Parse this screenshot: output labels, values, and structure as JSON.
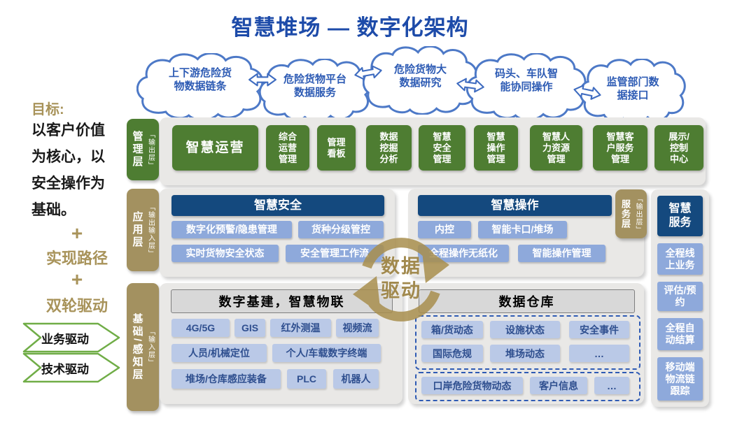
{
  "title": "智慧堆场 — 数字化架构",
  "clouds": [
    "上下游危险货\n物数据链条",
    "危险货物平台\n数据服务",
    "危险货物大\n数据研究",
    "码头、车队智\n能协同操作",
    "监管部门数\n据接口"
  ],
  "goal": {
    "heading": "目标:",
    "body": "以客户价值\n为核心，以\n安全操作为\n基础。",
    "plus": "+",
    "path": "实现路径",
    "dual": "双轮驱动",
    "driver1": "业务驱动",
    "driver2": "技术驱动"
  },
  "tabs": {
    "management": {
      "main": "管理层",
      "sub": "「输出层」"
    },
    "application": {
      "main": "应用层",
      "sub": "「输出输入层」"
    },
    "base": {
      "main": "基础/感知层",
      "sub": "「输入层」"
    },
    "service": {
      "main": "服务层",
      "sub": "「输出层」"
    }
  },
  "management": {
    "primary": "智慧运营",
    "b1": "综合\n运营\n管理",
    "b2": "管理\n看板",
    "b3": "数据\n挖掘\n分析",
    "b4": "智慧\n安全\n管理",
    "b5": "智慧\n操作\n管理",
    "b6": "智慧人\n力资源\n管理",
    "b7": "智慧客\n户服务\n管理",
    "b8": "展示/\n控制\n中心"
  },
  "safety": {
    "header": "智慧安全",
    "i1": "数字化预警/隐患管理",
    "i2": "货种分级管控",
    "i3": "实时货物安全状态",
    "i4": "安全管理工作流"
  },
  "operation": {
    "header": "智慧操作",
    "i1": "内控",
    "i2": "智能卡口/堆场",
    "i3": "全程操作无纸化",
    "i4": "智能操作管理"
  },
  "badge": {
    "text": "数据\n驱动"
  },
  "infra": {
    "header": "数字基建，智慧物联",
    "i1": "4G/5G",
    "i2": "GIS",
    "i3": "红外测温",
    "i4": "视频流",
    "i5": "人员/机械定位",
    "i6": "个人/车载数字终端",
    "i7": "堆场/仓库感应装备",
    "i8": "PLC",
    "i9": "机器人"
  },
  "warehouse": {
    "header": "数据仓库",
    "g1": {
      "i1": "箱/货动态",
      "i2": "设施状态",
      "i3": "安全事件",
      "i4": "国际危规",
      "i5": "堆场动态",
      "i6": "…"
    },
    "g2": {
      "i1": "口岸危险货物动态",
      "i2": "客户信息",
      "i3": "…"
    }
  },
  "service": {
    "header": "智慧\n服务",
    "i1": "全程线\n上业务",
    "i2": "评估/预\n约",
    "i3": "全程自\n动结算",
    "i4": "移动端\n物流链\n跟踪"
  },
  "colors": {
    "title_blue": "#1d4ba9",
    "cloud_stroke": "#4d79c7",
    "green": "#4e7d32",
    "navy": "#14497e",
    "mid_blue": "#8ea9db",
    "light_blue": "#bac9e7",
    "gold_tab": "#a39160",
    "goal_gold": "#a8935a",
    "chevron_green": "#70ad47",
    "badge_gold": "#a98f4e",
    "dashed_blue": "#2f5bb4"
  }
}
